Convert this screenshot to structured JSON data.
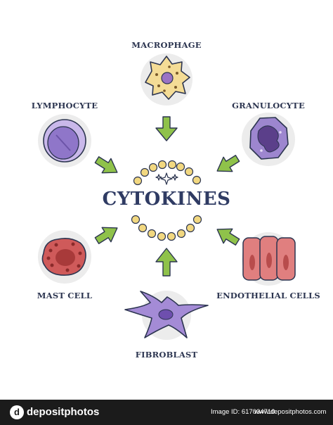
{
  "diagram": {
    "title": "CYTOKINES",
    "cells": [
      {
        "label": "MACROPHAGE",
        "icon": "macrophage-icon"
      },
      {
        "label": "LYMPHOCYTE",
        "icon": "lymphocyte-icon"
      },
      {
        "label": "GRANULOCYTE",
        "icon": "granulocyte-icon"
      },
      {
        "label": "MAST CELL",
        "icon": "mast-cell-icon"
      },
      {
        "label": "ENDOTHELIAL CELLS",
        "icon": "endothelial-cells-icon"
      },
      {
        "label": "FIBROBLAST",
        "icon": "fibroblast-icon"
      }
    ],
    "colors": {
      "arrow": "#8fc24a",
      "arrow_stroke": "#2c3550",
      "dot": "#f2d880",
      "title": "#2f3b63",
      "lymphocyte": "#8f76c9",
      "granulocyte": "#9d86cf",
      "mast_cell": "#cf5a5a",
      "endothelial": "#e07f7f",
      "fibroblast": "#a48bd6",
      "macrophage": "#f4dc96"
    }
  },
  "footer": {
    "logo": "depositphotos",
    "image_id": "Image ID: 617034710",
    "site": "www.depositphotos.com"
  }
}
